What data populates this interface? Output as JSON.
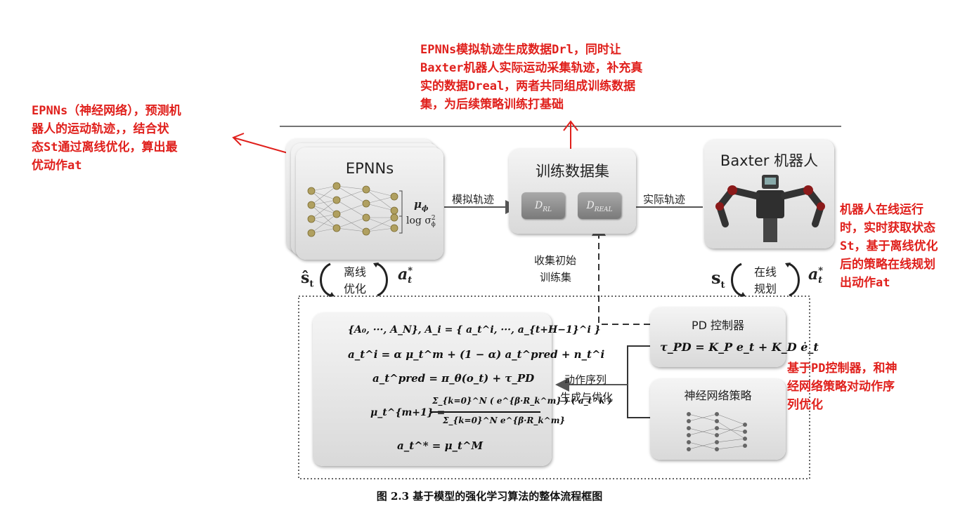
{
  "notes": {
    "top": "EPNNs模拟轨迹生成数据Drl，同时让\nBaxter机器人实际运动采集轨迹，补充真\n实的数据Dreal，两者共同组成训练数据\n集，为后续策略训练打基础",
    "left": "EPNNs（神经网络），预测机\n器人的运动轨迹，，结合状\n态St通过离线优化，算出最\n优动作at",
    "right": "机器人在线运行\n时，实时获取状态\nSt，基于离线优化\n后的策略在线规划\n出动作at",
    "bottom_right": "基于PD控制器，和神\n经网络策略对动作序\n列优化"
  },
  "epnns": {
    "title": "EPNNs",
    "mu_label": "μ",
    "mu_sub": "ϕ",
    "log_label": "log σ",
    "log_sub": "ϕ",
    "log_sup": "2"
  },
  "dataset": {
    "title": "训练数据集",
    "d_rl": "D",
    "d_rl_sub": "RL",
    "d_real": "D",
    "d_real_sub": "REAL",
    "sim_label": "模拟轨迹",
    "real_label": "实际轨迹",
    "collect_label_1": "收集初始",
    "collect_label_2": "训练集"
  },
  "baxter": {
    "title": "Baxter 机器人"
  },
  "offline": {
    "state": "ŝ",
    "state_sub": "t",
    "label_1": "离线",
    "label_2": "优化",
    "action": "a",
    "action_sub": "t",
    "action_sup": "*"
  },
  "online": {
    "state": "s",
    "state_sub": "t",
    "label_1": "在线",
    "label_2": "规划",
    "action": "a",
    "action_sub": "t",
    "action_sup": "*"
  },
  "pd": {
    "title": "PD 控制器",
    "formula": "τ_PD = K_P e_t + K_D ė_t"
  },
  "policy": {
    "title": "神经网络策略"
  },
  "sequence": {
    "label_1": "动作序列",
    "label_2": "生成与优化"
  },
  "formulas": {
    "f1": "{A₀, ···, A_N}, A_i = { a_t^i, ···, a_{t+H−1}^i }",
    "f2": "a_t^i = α μ_t^m + (1 − α) a_t^pred + n_t^i",
    "f3": "a_t^pred = π_θ(o_t) + τ_PD",
    "f4_num": "Σ_{k=0}^N ( e^{β·R_k^m} ) ( a_t^k )",
    "f4_lhs": "μ_t^{m+1} =",
    "f4_den": "Σ_{k=0}^N e^{β·R_k^m}",
    "f5": "a_t^* = μ_t^M"
  },
  "caption": "图 2.3    基于模型的强化学习算法的整体流程框图"
}
